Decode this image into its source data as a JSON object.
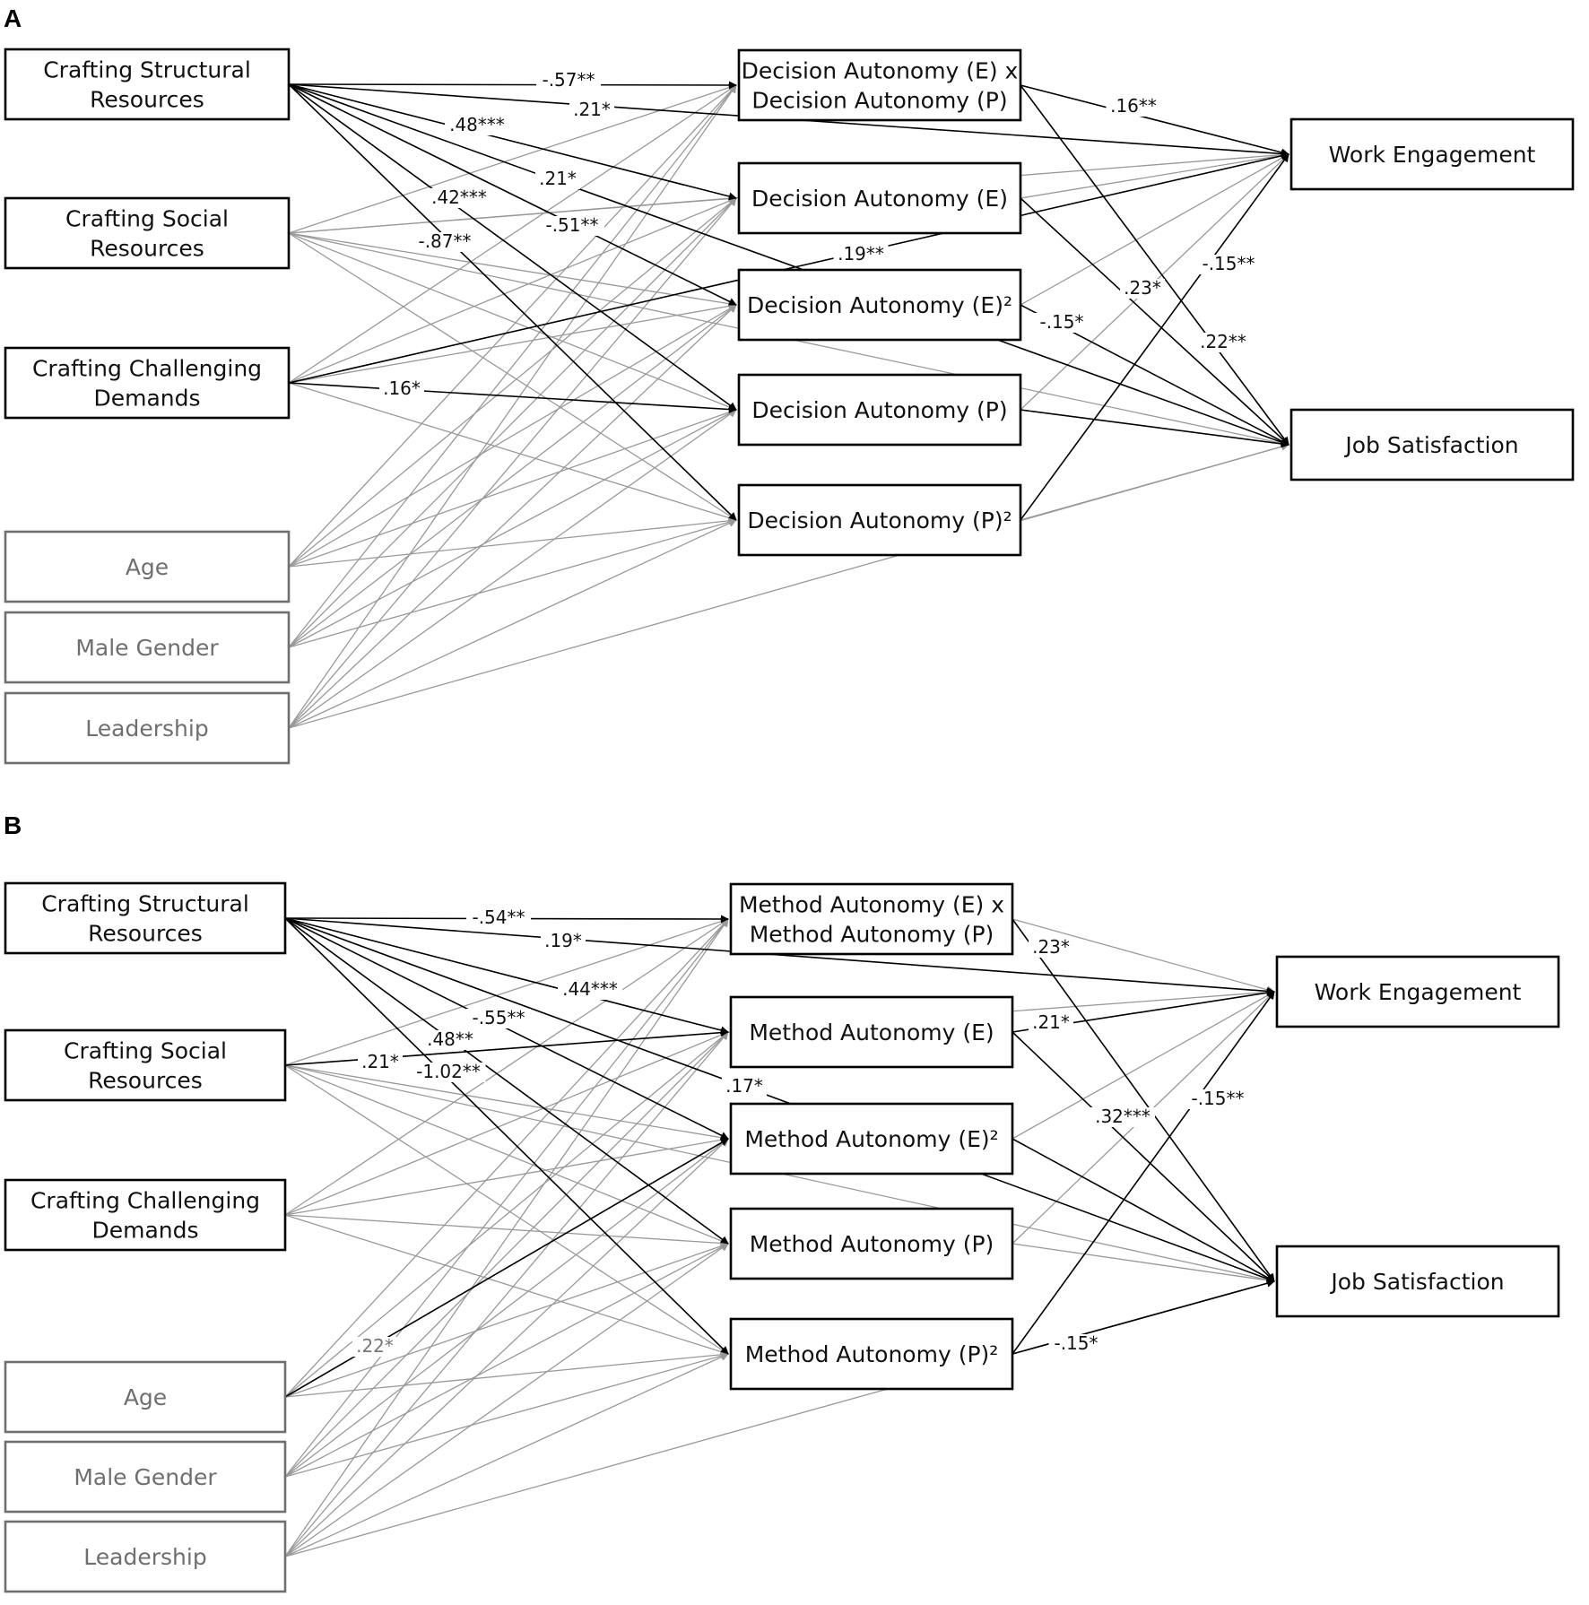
{
  "colors": {
    "significant": "#000000",
    "nonsignificant": "#999999",
    "control_box": "#6f6f6f"
  },
  "panels": [
    {
      "letter": "A",
      "nodes": [
        {
          "id": "csr",
          "lines": [
            "Crafting Structural",
            "Resources"
          ]
        },
        {
          "id": "csocr",
          "lines": [
            "Crafting Social",
            "Resources"
          ]
        },
        {
          "id": "ccd",
          "lines": [
            "Crafting Challenging",
            "Demands"
          ]
        },
        {
          "id": "age",
          "lines": [
            "Age"
          ],
          "control": true
        },
        {
          "id": "gender",
          "lines": [
            "Male Gender"
          ],
          "control": true
        },
        {
          "id": "lead",
          "lines": [
            "Leadership"
          ],
          "control": true
        },
        {
          "id": "m1",
          "lines": [
            "Decision Autonomy (E) x",
            "Decision Autonomy (P)"
          ]
        },
        {
          "id": "m2",
          "lines": [
            "Decision Autonomy (E)"
          ]
        },
        {
          "id": "m3",
          "lines": [
            "Decision Autonomy (E)²"
          ]
        },
        {
          "id": "m4",
          "lines": [
            "Decision Autonomy (P)"
          ]
        },
        {
          "id": "m5",
          "lines": [
            "Decision Autonomy (P)²"
          ]
        },
        {
          "id": "we",
          "lines": [
            "Work Engagement"
          ]
        },
        {
          "id": "js",
          "lines": [
            "Job Satisfaction"
          ]
        }
      ],
      "edges": [
        {
          "from": "csr",
          "to": "m1",
          "sig": true,
          "label": "-.57**"
        },
        {
          "from": "csr",
          "to": "we",
          "sig": true,
          "label": ".21*"
        },
        {
          "from": "csr",
          "to": "m2",
          "sig": true,
          "label": ".48***"
        },
        {
          "from": "csr",
          "to": "js",
          "sig": true,
          "label": ".21*"
        },
        {
          "from": "csr",
          "to": "m3",
          "sig": true,
          "label": "-.51**"
        },
        {
          "from": "csr",
          "to": "m4",
          "sig": true,
          "label": ".42***"
        },
        {
          "from": "csr",
          "to": "m5",
          "sig": true,
          "label": "-.87**"
        },
        {
          "from": "ccd",
          "to": "m4",
          "sig": true,
          "label": ".16*"
        },
        {
          "from": "ccd",
          "to": "we",
          "sig": true,
          "label": ".19**"
        },
        {
          "from": "m1",
          "to": "we",
          "sig": true,
          "label": ".16**"
        },
        {
          "from": "m1",
          "to": "js",
          "sig": true,
          "label": ".22**"
        },
        {
          "from": "m2",
          "to": "js",
          "sig": true,
          "label": ".23*"
        },
        {
          "from": "m3",
          "to": "js",
          "sig": true,
          "label": "-.15*"
        },
        {
          "from": "m4",
          "to": "js",
          "sig": true,
          "label": ""
        },
        {
          "from": "m5",
          "to": "we",
          "sig": true,
          "label": "-.15**"
        },
        {
          "from": "csocr",
          "to": "m1",
          "sig": false,
          "label": ""
        },
        {
          "from": "csocr",
          "to": "m2",
          "sig": false,
          "label": ""
        },
        {
          "from": "csocr",
          "to": "m3",
          "sig": false,
          "label": ""
        },
        {
          "from": "csocr",
          "to": "m4",
          "sig": false,
          "label": ""
        },
        {
          "from": "csocr",
          "to": "m5",
          "sig": false,
          "label": ""
        },
        {
          "from": "csocr",
          "to": "we",
          "sig": false,
          "label": ""
        },
        {
          "from": "csocr",
          "to": "js",
          "sig": false,
          "label": ""
        },
        {
          "from": "ccd",
          "to": "m1",
          "sig": false,
          "label": ""
        },
        {
          "from": "ccd",
          "to": "m2",
          "sig": false,
          "label": ""
        },
        {
          "from": "ccd",
          "to": "m3",
          "sig": false,
          "label": ""
        },
        {
          "from": "ccd",
          "to": "m5",
          "sig": false,
          "label": ""
        },
        {
          "from": "age",
          "to": "m1",
          "sig": false,
          "label": ""
        },
        {
          "from": "age",
          "to": "m2",
          "sig": false,
          "label": ""
        },
        {
          "from": "age",
          "to": "m3",
          "sig": false,
          "label": ""
        },
        {
          "from": "age",
          "to": "m4",
          "sig": false,
          "label": ""
        },
        {
          "from": "age",
          "to": "m5",
          "sig": false,
          "label": ""
        },
        {
          "from": "gender",
          "to": "m1",
          "sig": false,
          "label": ""
        },
        {
          "from": "gender",
          "to": "m2",
          "sig": false,
          "label": ""
        },
        {
          "from": "gender",
          "to": "m3",
          "sig": false,
          "label": ""
        },
        {
          "from": "gender",
          "to": "m4",
          "sig": false,
          "label": ""
        },
        {
          "from": "gender",
          "to": "m5",
          "sig": false,
          "label": ""
        },
        {
          "from": "lead",
          "to": "m1",
          "sig": false,
          "label": ""
        },
        {
          "from": "lead",
          "to": "m2",
          "sig": false,
          "label": ""
        },
        {
          "from": "lead",
          "to": "m3",
          "sig": false,
          "label": ""
        },
        {
          "from": "lead",
          "to": "m4",
          "sig": false,
          "label": ""
        },
        {
          "from": "lead",
          "to": "m5",
          "sig": false,
          "label": ""
        },
        {
          "from": "lead",
          "to": "js",
          "sig": false,
          "label": ""
        },
        {
          "from": "m1",
          "to": "js",
          "sig": false,
          "label": ""
        },
        {
          "from": "m2",
          "to": "we",
          "sig": false,
          "label": ""
        },
        {
          "from": "m3",
          "to": "we",
          "sig": false,
          "label": ""
        },
        {
          "from": "m4",
          "to": "we",
          "sig": false,
          "label": ""
        },
        {
          "from": "m5",
          "to": "js",
          "sig": false,
          "label": ""
        }
      ]
    },
    {
      "letter": "B",
      "nodes": [
        {
          "id": "csr",
          "lines": [
            "Crafting Structural",
            "Resources"
          ]
        },
        {
          "id": "csocr",
          "lines": [
            "Crafting Social",
            "Resources"
          ]
        },
        {
          "id": "ccd",
          "lines": [
            "Crafting Challenging",
            "Demands"
          ]
        },
        {
          "id": "age",
          "lines": [
            "Age"
          ],
          "control": true
        },
        {
          "id": "gender",
          "lines": [
            "Male Gender"
          ],
          "control": true
        },
        {
          "id": "lead",
          "lines": [
            "Leadership"
          ],
          "control": true
        },
        {
          "id": "m1",
          "lines": [
            "Method Autonomy (E) x",
            "Method Autonomy (P)"
          ]
        },
        {
          "id": "m2",
          "lines": [
            "Method Autonomy (E)"
          ]
        },
        {
          "id": "m3",
          "lines": [
            "Method Autonomy (E)²"
          ]
        },
        {
          "id": "m4",
          "lines": [
            "Method Autonomy (P)"
          ]
        },
        {
          "id": "m5",
          "lines": [
            "Method Autonomy (P)²"
          ]
        },
        {
          "id": "we",
          "lines": [
            "Work Engagement"
          ]
        },
        {
          "id": "js",
          "lines": [
            "Job Satisfaction"
          ]
        }
      ],
      "edges": [
        {
          "from": "csr",
          "to": "m1",
          "sig": true,
          "label": "-.54**"
        },
        {
          "from": "csr",
          "to": "we",
          "sig": true,
          "label": ".19*"
        },
        {
          "from": "csr",
          "to": "m2",
          "sig": true,
          "label": ".44***"
        },
        {
          "from": "csr",
          "to": "js",
          "sig": true,
          "label": ".17*"
        },
        {
          "from": "csr",
          "to": "m3",
          "sig": true,
          "label": "-.55**"
        },
        {
          "from": "csr",
          "to": "m4",
          "sig": true,
          "label": ".48**"
        },
        {
          "from": "csr",
          "to": "m5",
          "sig": true,
          "label": "-1.02**"
        },
        {
          "from": "csocr",
          "to": "m2",
          "sig": true,
          "label": ".21*"
        },
        {
          "from": "age",
          "to": "m3",
          "sig": true,
          "label": ".22*"
        },
        {
          "from": "m1",
          "to": "js",
          "sig": true,
          "label": ".23*"
        },
        {
          "from": "m2",
          "to": "we",
          "sig": true,
          "label": ".21*"
        },
        {
          "from": "m2",
          "to": "js",
          "sig": true,
          "label": ".32***"
        },
        {
          "from": "m3",
          "to": "js",
          "sig": true,
          "label": ""
        },
        {
          "from": "m5",
          "to": "we",
          "sig": true,
          "label": "-.15**"
        },
        {
          "from": "m5",
          "to": "js",
          "sig": true,
          "label": "-.15*"
        },
        {
          "from": "csocr",
          "to": "m1",
          "sig": false,
          "label": ""
        },
        {
          "from": "csocr",
          "to": "m3",
          "sig": false,
          "label": ""
        },
        {
          "from": "csocr",
          "to": "m4",
          "sig": false,
          "label": ""
        },
        {
          "from": "csocr",
          "to": "m5",
          "sig": false,
          "label": ""
        },
        {
          "from": "csocr",
          "to": "we",
          "sig": false,
          "label": ""
        },
        {
          "from": "csocr",
          "to": "js",
          "sig": false,
          "label": ""
        },
        {
          "from": "ccd",
          "to": "m1",
          "sig": false,
          "label": ""
        },
        {
          "from": "ccd",
          "to": "m2",
          "sig": false,
          "label": ""
        },
        {
          "from": "ccd",
          "to": "m3",
          "sig": false,
          "label": ""
        },
        {
          "from": "ccd",
          "to": "m4",
          "sig": false,
          "label": ""
        },
        {
          "from": "ccd",
          "to": "m5",
          "sig": false,
          "label": ""
        },
        {
          "from": "age",
          "to": "m1",
          "sig": false,
          "label": ""
        },
        {
          "from": "age",
          "to": "m2",
          "sig": false,
          "label": ""
        },
        {
          "from": "age",
          "to": "m4",
          "sig": false,
          "label": ""
        },
        {
          "from": "age",
          "to": "m5",
          "sig": false,
          "label": ""
        },
        {
          "from": "gender",
          "to": "m1",
          "sig": false,
          "label": ""
        },
        {
          "from": "gender",
          "to": "m2",
          "sig": false,
          "label": ""
        },
        {
          "from": "gender",
          "to": "m3",
          "sig": false,
          "label": ""
        },
        {
          "from": "gender",
          "to": "m4",
          "sig": false,
          "label": ""
        },
        {
          "from": "gender",
          "to": "m5",
          "sig": false,
          "label": ""
        },
        {
          "from": "lead",
          "to": "m1",
          "sig": false,
          "label": ""
        },
        {
          "from": "lead",
          "to": "m2",
          "sig": false,
          "label": ""
        },
        {
          "from": "lead",
          "to": "m3",
          "sig": false,
          "label": ""
        },
        {
          "from": "lead",
          "to": "m4",
          "sig": false,
          "label": ""
        },
        {
          "from": "lead",
          "to": "m5",
          "sig": false,
          "label": ""
        },
        {
          "from": "lead",
          "to": "js",
          "sig": false,
          "label": ""
        },
        {
          "from": "m1",
          "to": "we",
          "sig": false,
          "label": ""
        },
        {
          "from": "m3",
          "to": "we",
          "sig": false,
          "label": ""
        },
        {
          "from": "m4",
          "to": "we",
          "sig": false,
          "label": ""
        },
        {
          "from": "m4",
          "to": "js",
          "sig": false,
          "label": ""
        }
      ]
    }
  ]
}
